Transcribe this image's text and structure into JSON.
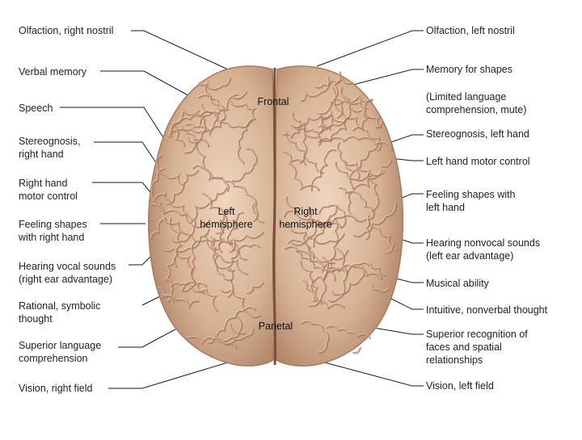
{
  "left_labels": [
    "Olfaction, right nostril",
    "Verbal memory",
    "Speech",
    "Stereognosis,\nright hand",
    "Right hand\nmotor control",
    "Feeling shapes\nwith right hand",
    "Hearing vocal sounds\n(right ear advantage)",
    "Rational, symbolic\nthought",
    "Superior language\ncomprehension",
    "Vision, right field"
  ],
  "right_labels": [
    "Olfaction, left nostril",
    "Memory for shapes",
    "(Limited language\ncomprehension, mute)",
    "Stereognosis, left hand",
    "Left hand motor control",
    "Feeling shapes with\nleft hand",
    "Hearing nonvocal sounds\n(left ear advantage)",
    "Musical ability",
    "Intuitive, nonverbal thought",
    "Superior recognition of\nfaces and spatial\nrelationships",
    "Vision, left field"
  ],
  "brain_labels": {
    "frontal": "Frontal",
    "left_hemisphere": "Left\nhemisphere",
    "right_hemisphere": "Right\nhemisphere",
    "parietal": "Parietal"
  },
  "colors": {
    "brain_base": "#d8b79a",
    "brain_fold": "#a97a5f",
    "brain_highlight": "#f1dcc6",
    "leader_line": "#1a1a1a"
  }
}
